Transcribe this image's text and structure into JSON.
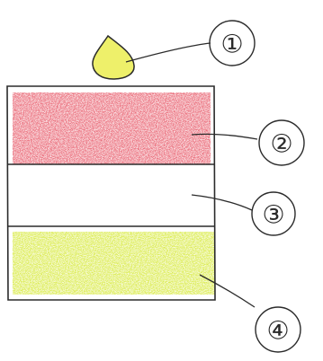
{
  "colors": {
    "stroke": "#2b2b2b",
    "flame_fill": "#eef06a",
    "top_band_fill": "#e8606f",
    "bottom_band_fill": "#d8ea42"
  },
  "labels": [
    {
      "id": "1",
      "text": "①"
    },
    {
      "id": "2",
      "text": "②"
    },
    {
      "id": "3",
      "text": "③"
    },
    {
      "id": "4",
      "text": "④"
    }
  ]
}
